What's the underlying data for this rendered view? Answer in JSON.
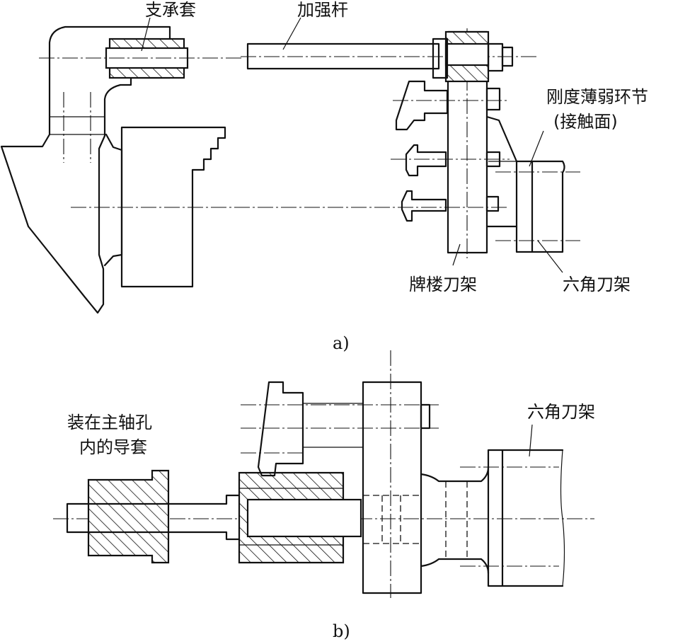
{
  "figure_a": {
    "caption": "a)",
    "labels": {
      "support_sleeve": "支承套",
      "reinforcing_rod": "加强杆",
      "weak_stiffness_line1": "刚度薄弱环节",
      "weak_stiffness_line2": "(接触面)",
      "gantry_tool_holder": "牌楼刀架",
      "hexagon_tool_holder": "六角刀架"
    }
  },
  "figure_b": {
    "caption": "b)",
    "labels": {
      "guide_sleeve_line1": "装在主轴孔",
      "guide_sleeve_line2": "内的导套",
      "hexagon_tool_holder": "六角刀架"
    }
  }
}
